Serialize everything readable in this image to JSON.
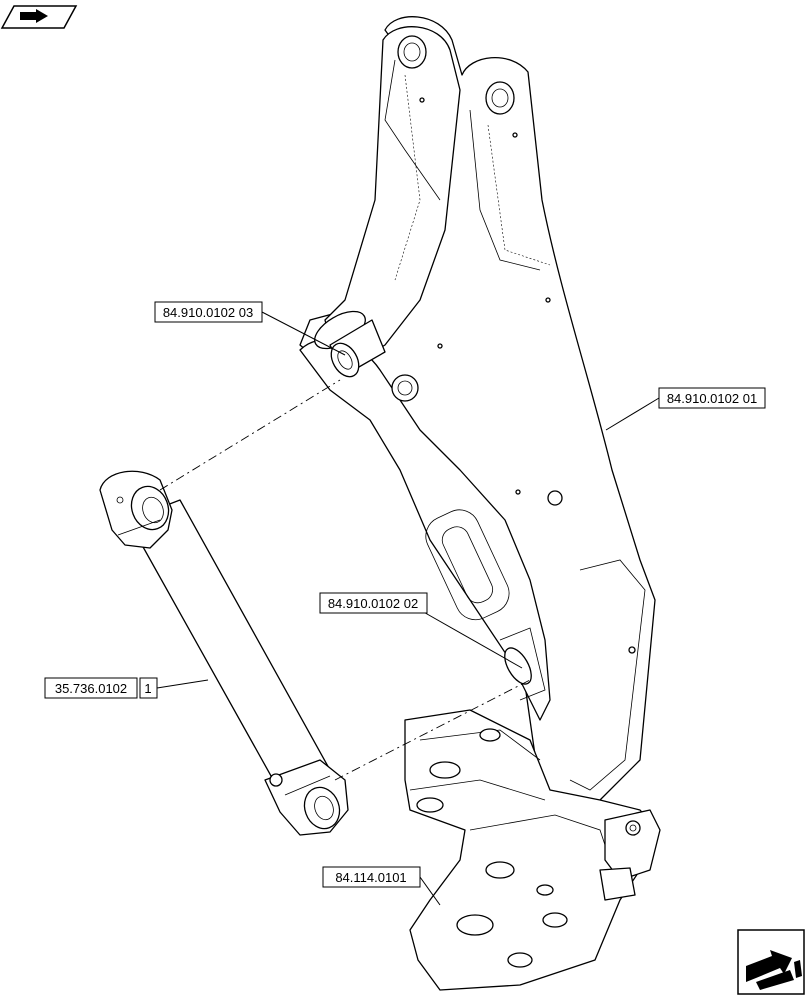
{
  "callouts": {
    "pin_upper": "84.910.0102 03",
    "arm": "84.910.0102 01",
    "pin_lower": "84.910.0102 02",
    "cylinder_ref": "35.736.0102",
    "cylinder_qty": "1",
    "bracket": "84.114.0101"
  },
  "icons": {
    "top_left": "previous-page-arrow-icon",
    "bottom_right": "next-page-arrow-icon"
  }
}
